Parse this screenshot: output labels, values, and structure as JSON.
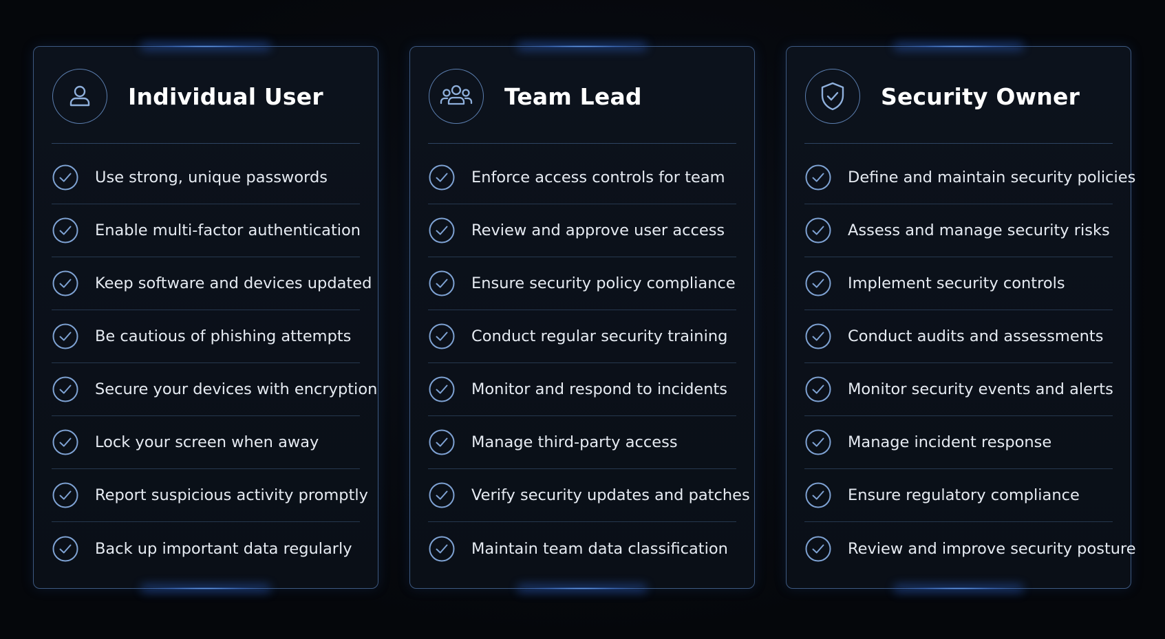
{
  "colors": {
    "accent": "#5c7fb0",
    "card_border": "#3e5a82",
    "glow": "#4a8cff",
    "background": "#05070b"
  },
  "cards": [
    {
      "title": "Individual User",
      "icon": "user-icon",
      "items": [
        "Use strong, unique passwords",
        "Enable multi-factor authentication",
        "Keep software and devices updated",
        "Be cautious of phishing attempts",
        "Secure your devices with encryption",
        "Lock your screen when away",
        "Report suspicious activity promptly",
        "Back up important data regularly"
      ]
    },
    {
      "title": "Team Lead",
      "icon": "team-icon",
      "items": [
        "Enforce access controls for team",
        "Review and approve user access",
        "Ensure security policy compliance",
        "Conduct regular security training",
        "Monitor and respond to incidents",
        "Manage third-party access",
        "Verify security updates and patches",
        "Maintain team data classification"
      ]
    },
    {
      "title": "Security Owner",
      "icon": "shield-check-icon",
      "items": [
        "Define and maintain security policies",
        "Assess and manage security risks",
        "Implement security controls",
        "Conduct audits and assessments",
        "Monitor security events and alerts",
        "Manage incident response",
        "Ensure regulatory compliance",
        "Review and improve security posture"
      ]
    }
  ]
}
